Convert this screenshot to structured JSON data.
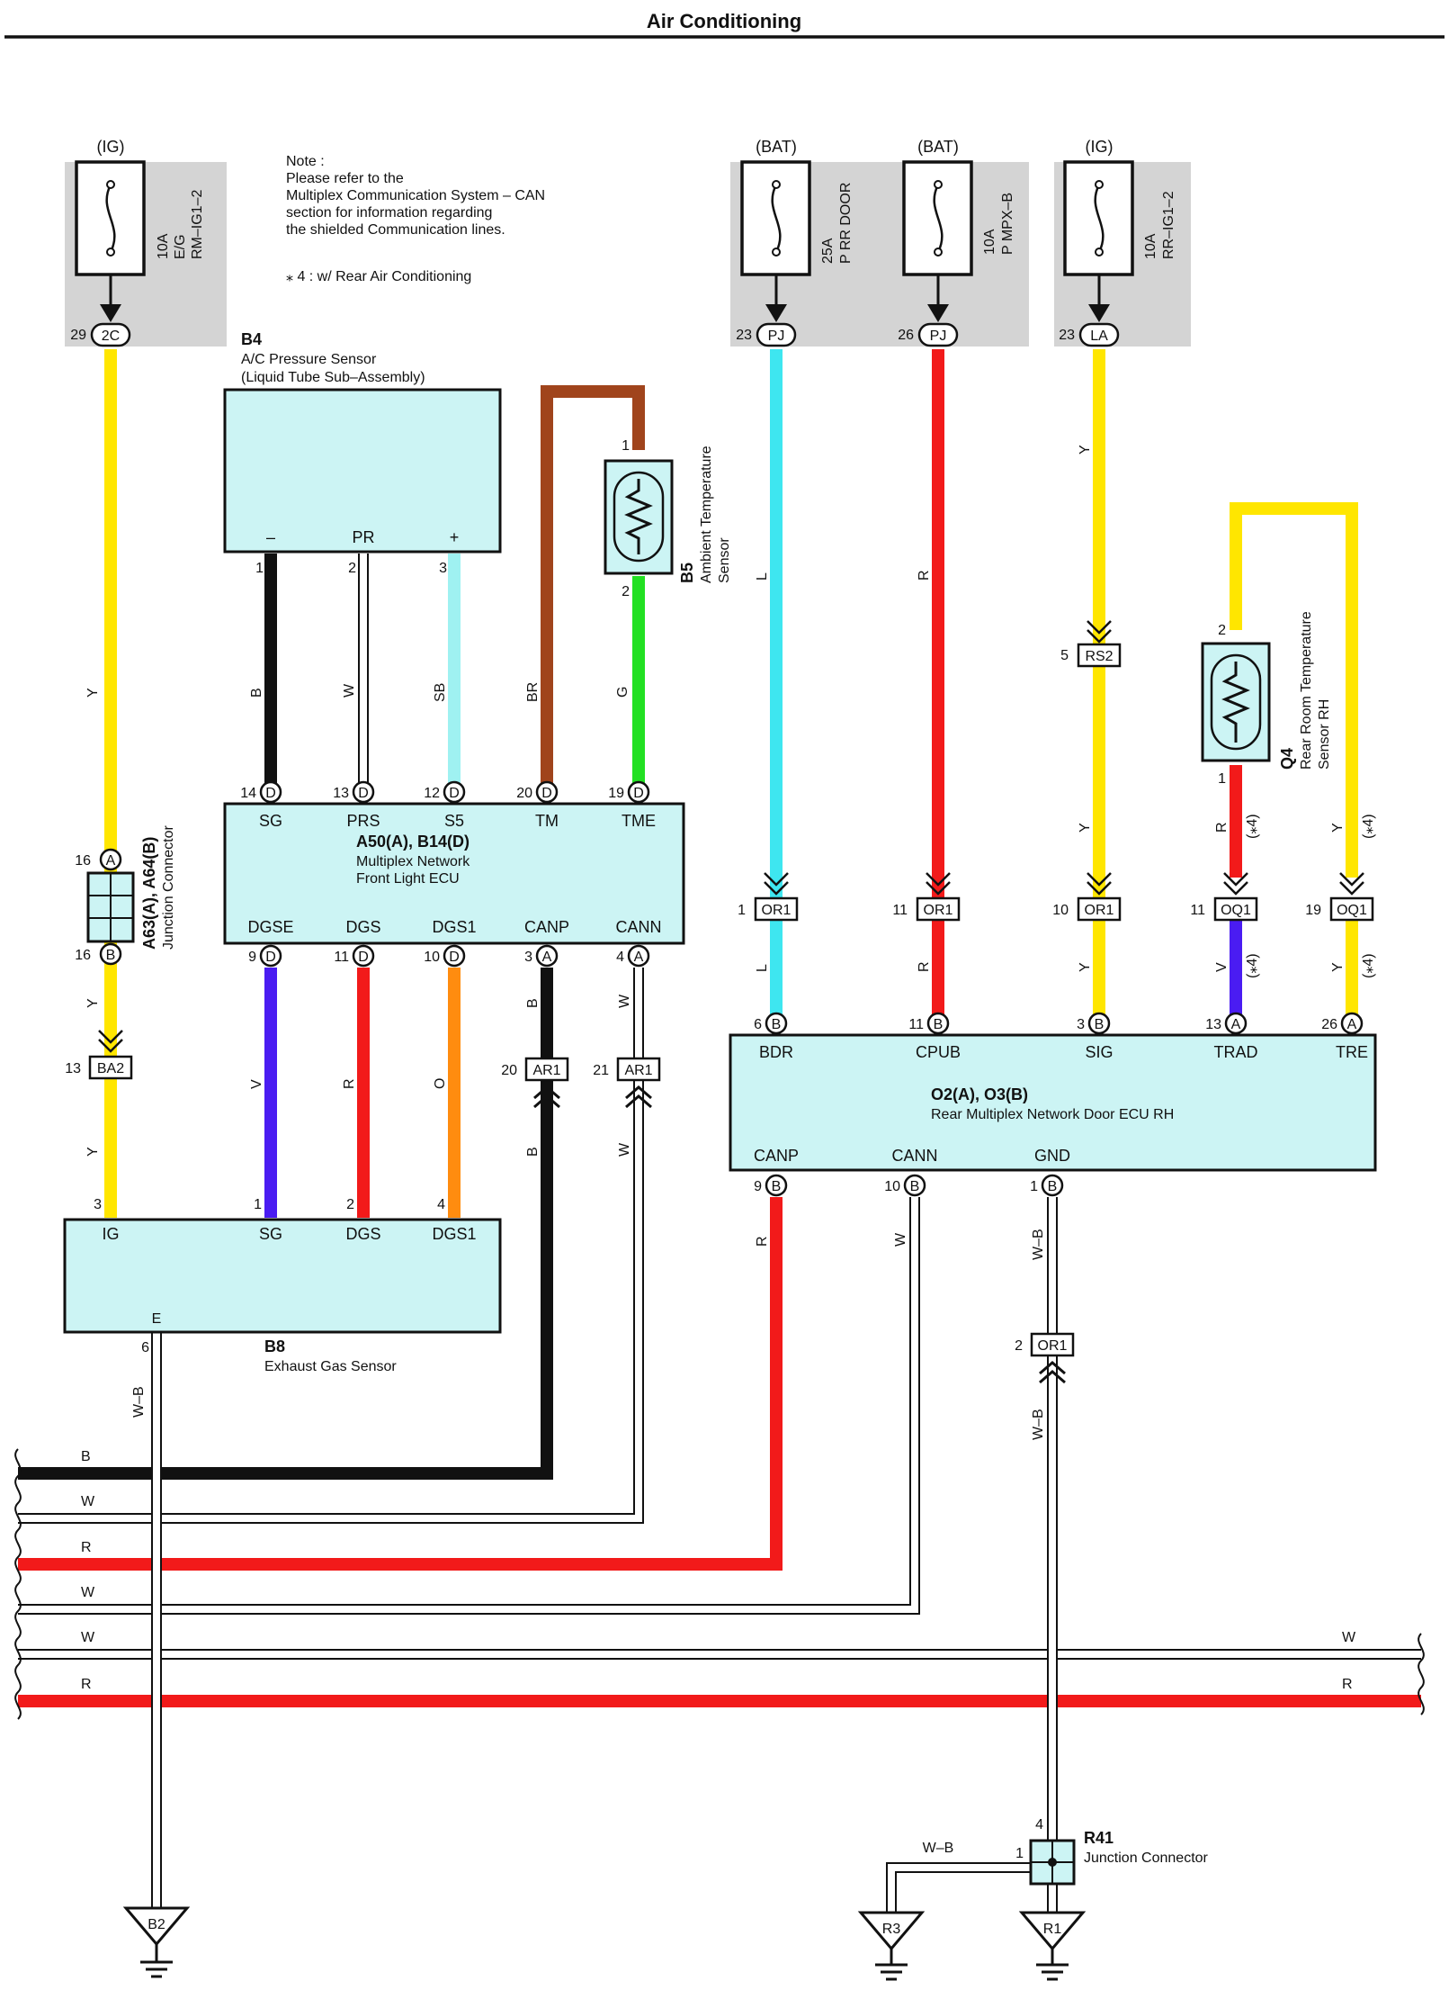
{
  "page": {
    "title": "Air Conditioning",
    "note_lines": [
      "Note :",
      "Please refer to the",
      "Multiplex Communication System – CAN",
      "section for information regarding",
      "the shielded Communication lines."
    ],
    "footnote": "⁎ 4 : w/ Rear Air Conditioning"
  },
  "fuses": [
    {
      "source": "(IG)",
      "rating": "10A",
      "name": "E/G",
      "name2": "RM–IG1–2",
      "pin": "29",
      "connector": "2C"
    },
    {
      "source": "(BAT)",
      "rating": "25A",
      "name": "P RR DOOR",
      "name2": "",
      "pin": "23",
      "connector": "PJ"
    },
    {
      "source": "(BAT)",
      "rating": "10A",
      "name": "P MPX–B",
      "name2": "",
      "pin": "26",
      "connector": "PJ"
    },
    {
      "source": "(IG)",
      "rating": "10A",
      "name": "RR–IG1–2",
      "name2": "",
      "pin": "23",
      "connector": "LA"
    }
  ],
  "components": {
    "b4": {
      "code": "B4",
      "name": "A/C Pressure Sensor",
      "name2": "(Liquid Tube Sub–Assembly)",
      "pin_minus": "–",
      "pin_pr": "PR",
      "pin_plus": "+",
      "p1": "1",
      "p2": "2",
      "p3": "3"
    },
    "b5": {
      "code": "B5",
      "name": "Ambient Temperature",
      "name2": "Sensor",
      "p1": "1",
      "p2": "2"
    },
    "a50": {
      "code": "A50(A), B14(D)",
      "name": "Multiplex Network",
      "name2": "Front Light ECU",
      "top_pins": [
        {
          "num": "14",
          "letter": "D",
          "label": "SG"
        },
        {
          "num": "13",
          "letter": "D",
          "label": "PRS"
        },
        {
          "num": "12",
          "letter": "D",
          "label": "S5"
        },
        {
          "num": "20",
          "letter": "D",
          "label": "TM"
        },
        {
          "num": "19",
          "letter": "D",
          "label": "TME"
        }
      ],
      "bottom_pins": [
        {
          "num": "9",
          "letter": "D",
          "label": "DGSE"
        },
        {
          "num": "11",
          "letter": "D",
          "label": "DGS"
        },
        {
          "num": "10",
          "letter": "D",
          "label": "DGS1"
        },
        {
          "num": "3",
          "letter": "A",
          "label": "CANP"
        },
        {
          "num": "4",
          "letter": "A",
          "label": "CANN"
        }
      ]
    },
    "junction": {
      "code": "A63(A), A64(B)",
      "name": "Junction Connector",
      "top_num": "16",
      "top_letter": "A",
      "bot_num": "16",
      "bot_letter": "B"
    },
    "b8": {
      "code": "B8",
      "name": "Exhaust Gas Sensor",
      "pins": [
        {
          "num": "3",
          "label": "IG"
        },
        {
          "num": "1",
          "label": "SG"
        },
        {
          "num": "2",
          "label": "DGS"
        },
        {
          "num": "4",
          "label": "DGS1"
        }
      ],
      "e_label": "E",
      "e_pin": "6"
    },
    "q4": {
      "code": "Q4",
      "name": "Rear Room Temperature",
      "name2": "Sensor RH",
      "p1": "1",
      "p2": "2"
    },
    "o2": {
      "code": "O2(A), O3(B)",
      "name": "Rear Multiplex Network Door ECU RH",
      "top_pins": [
        {
          "num": "6",
          "letter": "B",
          "label": "BDR"
        },
        {
          "num": "11",
          "letter": "B",
          "label": "CPUB"
        },
        {
          "num": "3",
          "letter": "B",
          "label": "SIG"
        },
        {
          "num": "13",
          "letter": "A",
          "label": "TRAD"
        },
        {
          "num": "26",
          "letter": "A",
          "label": "TRE"
        }
      ],
      "bottom_pins": [
        {
          "num": "9",
          "letter": "B",
          "label": "CANP"
        },
        {
          "num": "10",
          "letter": "B",
          "label": "CANN"
        },
        {
          "num": "1",
          "letter": "B",
          "label": "GND"
        }
      ]
    },
    "r41": {
      "code": "R41",
      "name": "Junction Connector",
      "p1": "1",
      "p4": "4"
    }
  },
  "connectors": {
    "ba2": {
      "num": "13",
      "name": "BA2"
    },
    "ar1a": {
      "num": "20",
      "name": "AR1"
    },
    "ar1b": {
      "num": "21",
      "name": "AR1"
    },
    "rs2": {
      "num": "5",
      "name": "RS2"
    },
    "or1_l": {
      "num": "1",
      "name": "OR1"
    },
    "or1_r": {
      "num": "11",
      "name": "OR1"
    },
    "or1_y": {
      "num": "10",
      "name": "OR1"
    },
    "oq1_a": {
      "num": "11",
      "name": "OQ1"
    },
    "oq1_b": {
      "num": "19",
      "name": "OQ1"
    },
    "or1_g": {
      "num": "2",
      "name": "OR1"
    }
  },
  "wire_labels": {
    "y": "Y",
    "b": "B",
    "w": "W",
    "sb": "SB",
    "br": "BR",
    "g": "G",
    "v": "V",
    "r": "R",
    "o": "O",
    "l": "L",
    "wb": "W–B",
    "star4": "(⁎4)"
  },
  "grounds": [
    "B2",
    "R3",
    "R1"
  ],
  "colors": {
    "yellow": "#ffe600",
    "black": "#111111",
    "white_wire": "#ffffff",
    "sky_blue": "#9ff1f1",
    "brown": "#a0441c",
    "green": "#22e022",
    "violet": "#4a1cf2",
    "red": "#f21a1a",
    "orange": "#ff8c0f",
    "cyan": "#3ee6f0",
    "component_fill": "#ccf4f4",
    "fuse_bg": "#d4d4d4"
  }
}
